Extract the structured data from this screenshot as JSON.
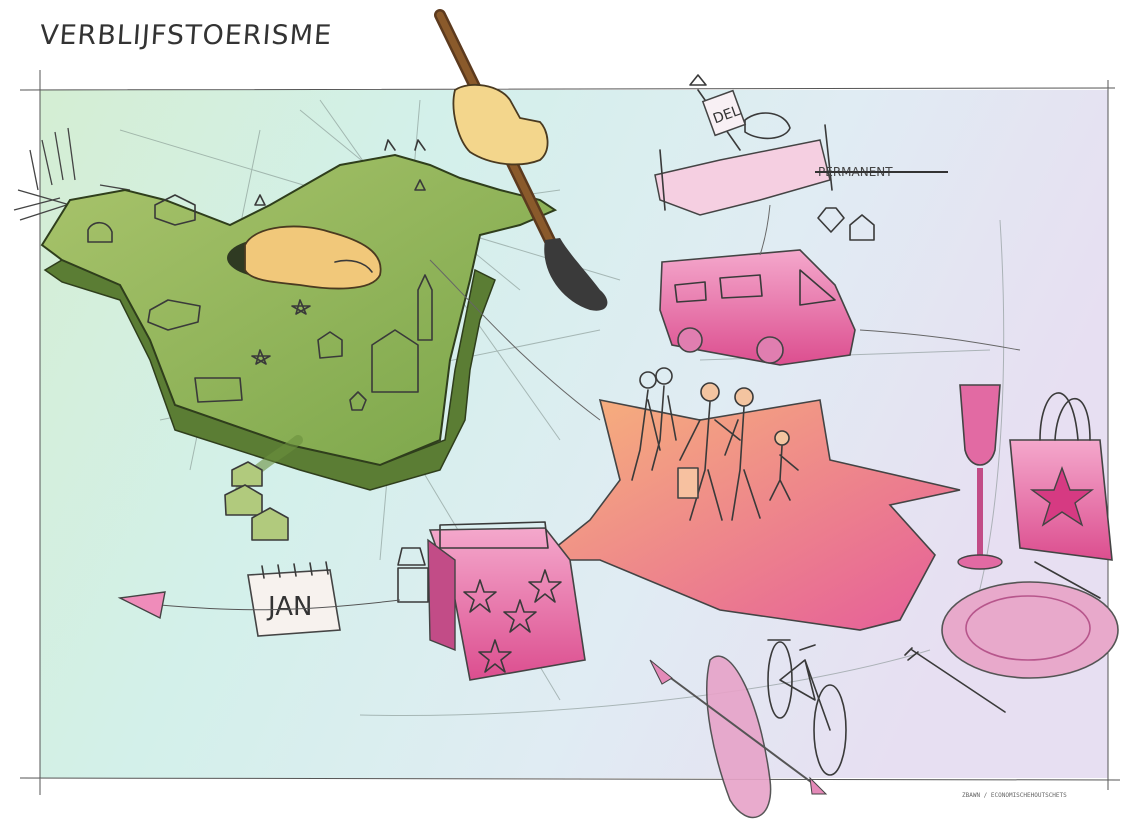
{
  "title": "VERBLIJFSTOERISME",
  "calendar_label": "JAN",
  "sign_label": "DEL",
  "struck_text": "PERMANENT",
  "signature": "ZBAWN / ECONOMISCHEHOUTSCHETS",
  "colors": {
    "map_green": "#8db359",
    "bg_mint": "#d6f0e6",
    "bg_lilac": "#e4dcf2",
    "pink": "#e2669c",
    "orange": "#f2a574",
    "finger": "#f1c87a"
  }
}
